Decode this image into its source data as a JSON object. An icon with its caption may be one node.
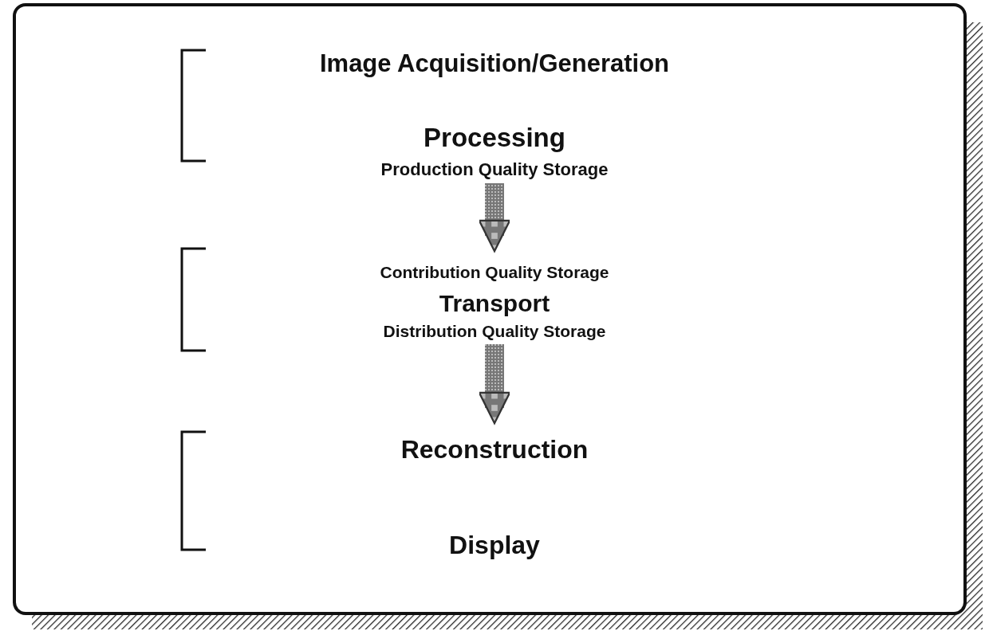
{
  "diagram": {
    "nodes": [
      {
        "text": [
          "Production Quality Storage"
        ]
      },
      {
        "text": [
          "Contribution Quality Storage"
        ]
      },
      {
        "text": [
          "Distribution Quality Storage"
        ]
      },
      {
        "text": [
          "Reconstruction"
        ]
      }
    ],
    "edges": [
      {
        "from": 0,
        "to": 1,
        "arrow": "to",
        "style": "thick"
      },
      {
        "from": 2,
        "to": 3,
        "arrow": "to",
        "style": "thick"
      }
    ],
    "labels": [
      "Image Acquisition/Generation",
      "Processing",
      "Transport",
      "Display"
    ]
  }
}
